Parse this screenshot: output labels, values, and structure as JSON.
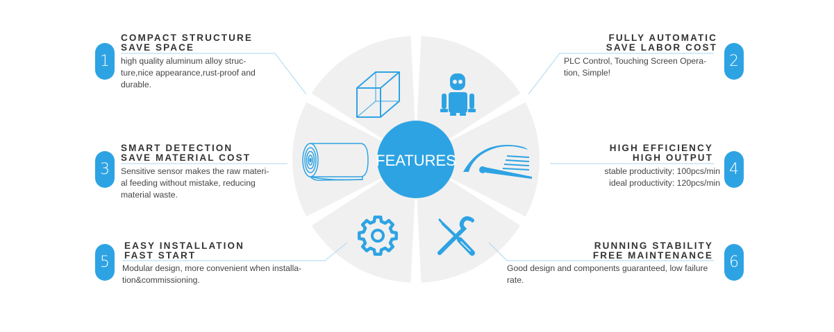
{
  "center_label": "FEATURES",
  "features": [
    {
      "number": "1",
      "title_line1": "COMPACT STRUCTURE",
      "title_line2": "SAVE SPACE",
      "description": "high quality aluminum alloy struc-\nture,nice appearance,rust-proof and\ndurable.",
      "icon": "cube-icon"
    },
    {
      "number": "2",
      "title_line1": "FULLY AUTOMATIC",
      "title_line2": "SAVE LABOR COST",
      "description": "PLC Control, Touching Screen Opera-\ntion, Simple!",
      "icon": "robot-icon"
    },
    {
      "number": "3",
      "title_line1": "SMART DETECTION",
      "title_line2": "SAVE MATERIAL COST",
      "description": "Sensitive sensor makes the raw materi-\nal feeding without mistake, reducing\nmaterial waste.",
      "icon": "material-roll-icon"
    },
    {
      "number": "4",
      "title_line1": "HIGH EFFICIENCY",
      "title_line2": "HIGH OUTPUT",
      "description": "stable productivity: 100pcs/min\nideal productivity: 120pcs/min",
      "icon": "speedometer-icon"
    },
    {
      "number": "5",
      "title_line1": "EASY INSTALLATION",
      "title_line2": "FAST START",
      "description": "Modular design, more convenient when installa-\ntion&commissioning.",
      "icon": "gear-icon"
    },
    {
      "number": "6",
      "title_line1": "RUNNING STABILITY",
      "title_line2": "FREE MAINTENANCE",
      "description": "Good design and components guaranteed, low failure\nrate.",
      "icon": "tools-icon"
    }
  ],
  "colors": {
    "accent": "#2ea3e3",
    "segment": "#f0f0f0",
    "divider": "#ffffff",
    "line": "#a9d6ef"
  }
}
